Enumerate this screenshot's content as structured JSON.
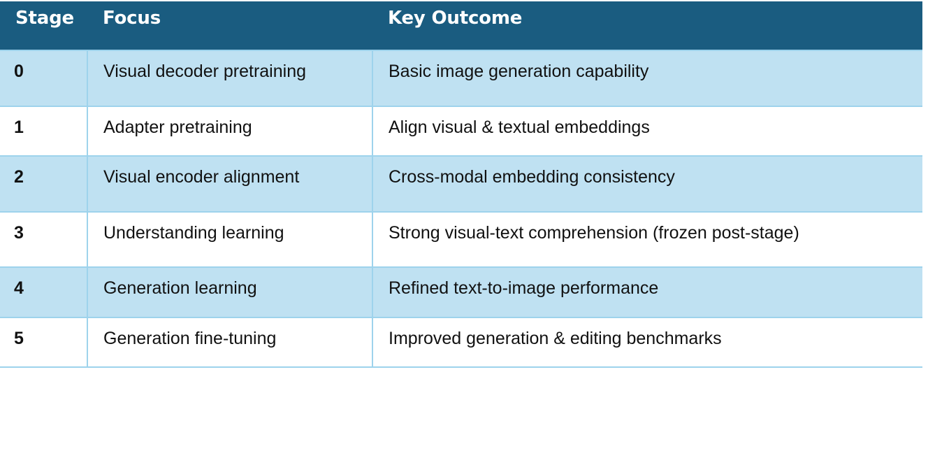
{
  "table": {
    "columns": [
      {
        "key": "stage",
        "label": "Stage"
      },
      {
        "key": "focus",
        "label": "Focus"
      },
      {
        "key": "outcome",
        "label": "Key Outcome"
      }
    ],
    "header_bg": "#1a5c80",
    "header_text_color": "#ffffff",
    "row_shade_color": "#bfe1f2",
    "row_plain_color": "#ffffff",
    "border_color": "#9ed3ec",
    "rows": [
      {
        "stage": "0",
        "focus": "Visual decoder pretraining",
        "outcome": "Basic image generation capability",
        "shade": "blue"
      },
      {
        "stage": "1",
        "focus": "Adapter pretraining",
        "outcome": "Align visual & textual embeddings",
        "shade": "white"
      },
      {
        "stage": "2",
        "focus": "Visual encoder alignment",
        "outcome": "Cross-modal embedding consistency",
        "shade": "blue"
      },
      {
        "stage": "3",
        "focus": "Understanding learning",
        "outcome": "Strong visual-text comprehension (frozen post-stage)",
        "shade": "white"
      },
      {
        "stage": "4",
        "focus": "Generation learning",
        "outcome": "Refined text-to-image performance",
        "shade": "blue"
      },
      {
        "stage": "5",
        "focus": "Generation fine-tuning",
        "outcome": "Improved generation & editing benchmarks",
        "shade": "white"
      }
    ]
  }
}
